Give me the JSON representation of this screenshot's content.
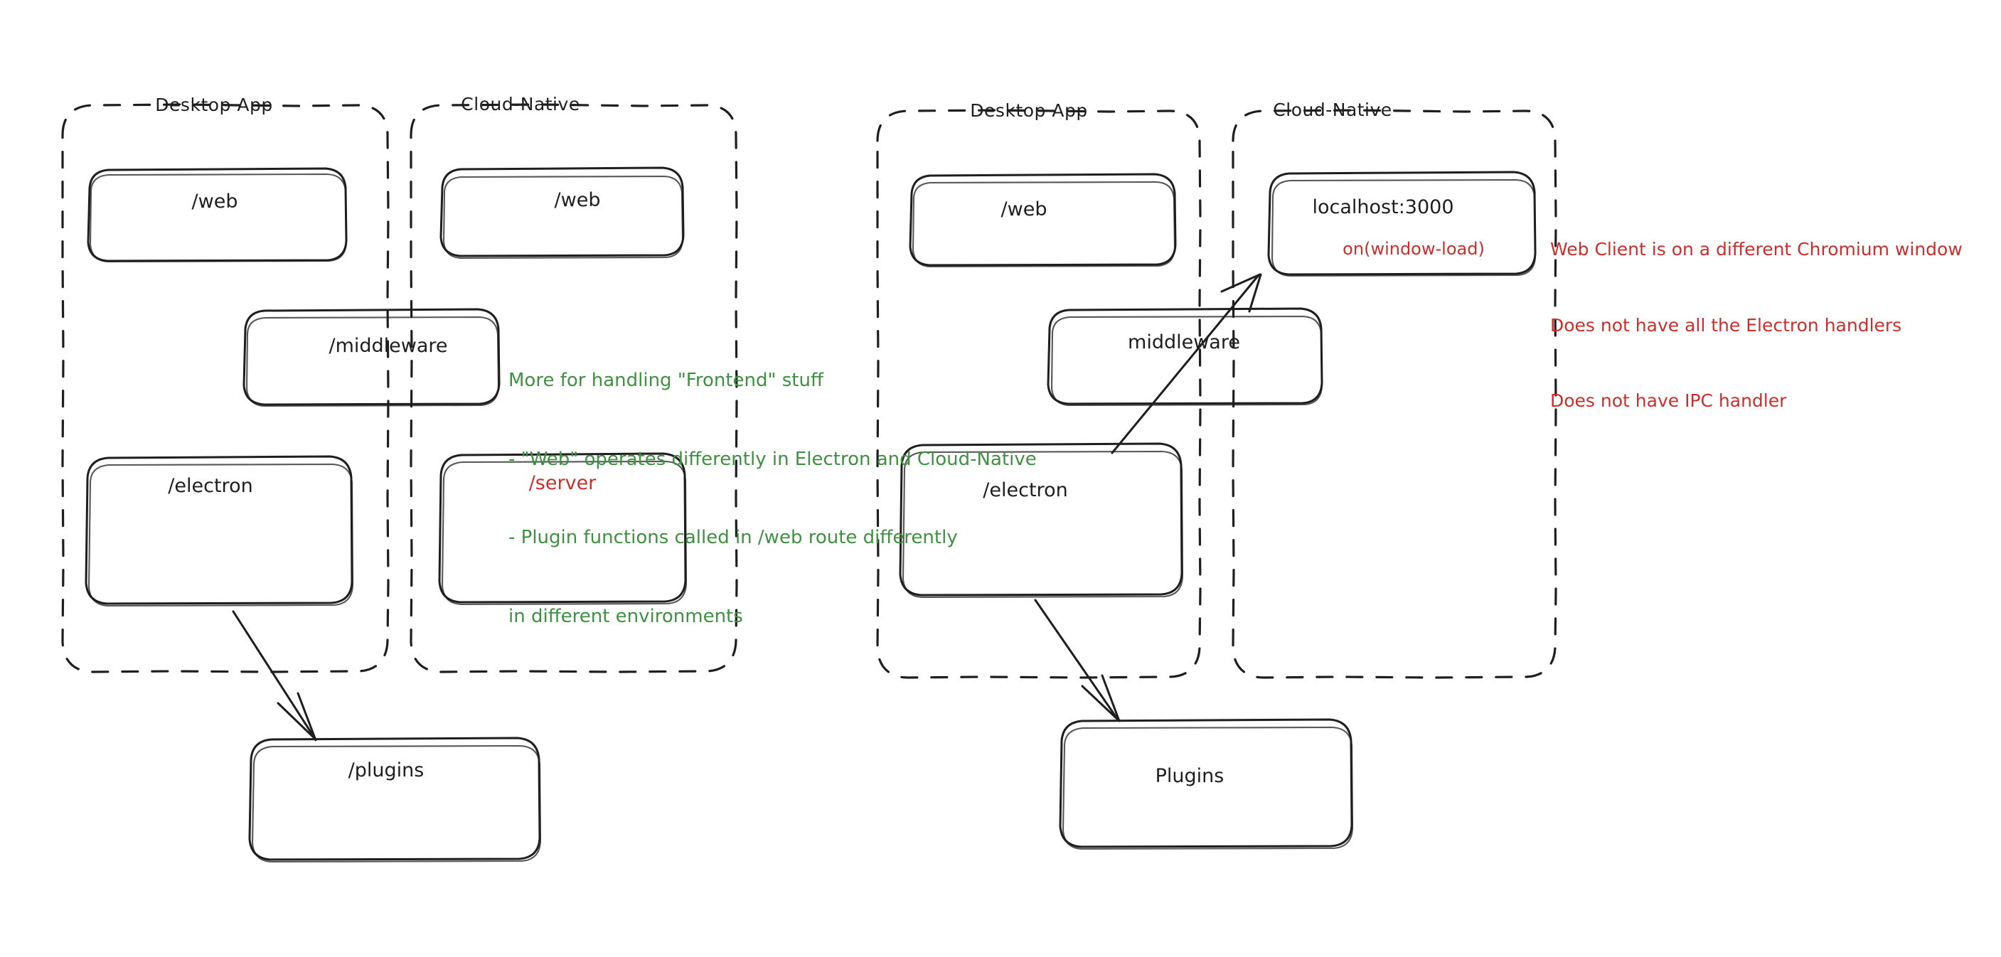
{
  "diagram": {
    "style": "hand-drawn-sketch",
    "background": "#ffffff",
    "colors": {
      "ink": "#1e1e1e",
      "green": "#3f9142",
      "red": "#c9302c"
    },
    "left_diagram": {
      "groups": [
        {
          "title": "Desktop App"
        },
        {
          "title": "Cloud-Native"
        }
      ],
      "boxes": [
        {
          "label": "/web",
          "color": "#1e1e1e"
        },
        {
          "label": "/web",
          "color": "#1e1e1e"
        },
        {
          "label": "/middleware",
          "color": "#1e1e1e"
        },
        {
          "label": "/electron",
          "color": "#1e1e1e"
        },
        {
          "label": "/server",
          "color": "#c9302c"
        },
        {
          "label": "/plugins",
          "color": "#1e1e1e"
        }
      ],
      "note_green": {
        "lines": [
          "More for handling \"Frontend\" stuff",
          "- \"Web\" operates differently in Electron and Cloud-Native",
          "- Plugin functions called in /web route differently",
          "in different environments"
        ]
      }
    },
    "right_diagram": {
      "groups": [
        {
          "title": "Desktop App"
        },
        {
          "title": "Cloud-Native"
        }
      ],
      "boxes": [
        {
          "label": "/web",
          "color": "#1e1e1e"
        },
        {
          "label": "localhost:3000",
          "sublabel": "on(window-load)",
          "color": "#1e1e1e",
          "sub_color": "#c9302c"
        },
        {
          "label": "middleware",
          "color": "#1e1e1e"
        },
        {
          "label": "/electron",
          "color": "#1e1e1e"
        },
        {
          "label": "Plugins",
          "color": "#1e1e1e"
        }
      ],
      "note_red": {
        "lines": [
          "Web Client is on a different Chromium window",
          "Does not have all the Electron handlers",
          "Does not have IPC handler"
        ]
      }
    }
  }
}
